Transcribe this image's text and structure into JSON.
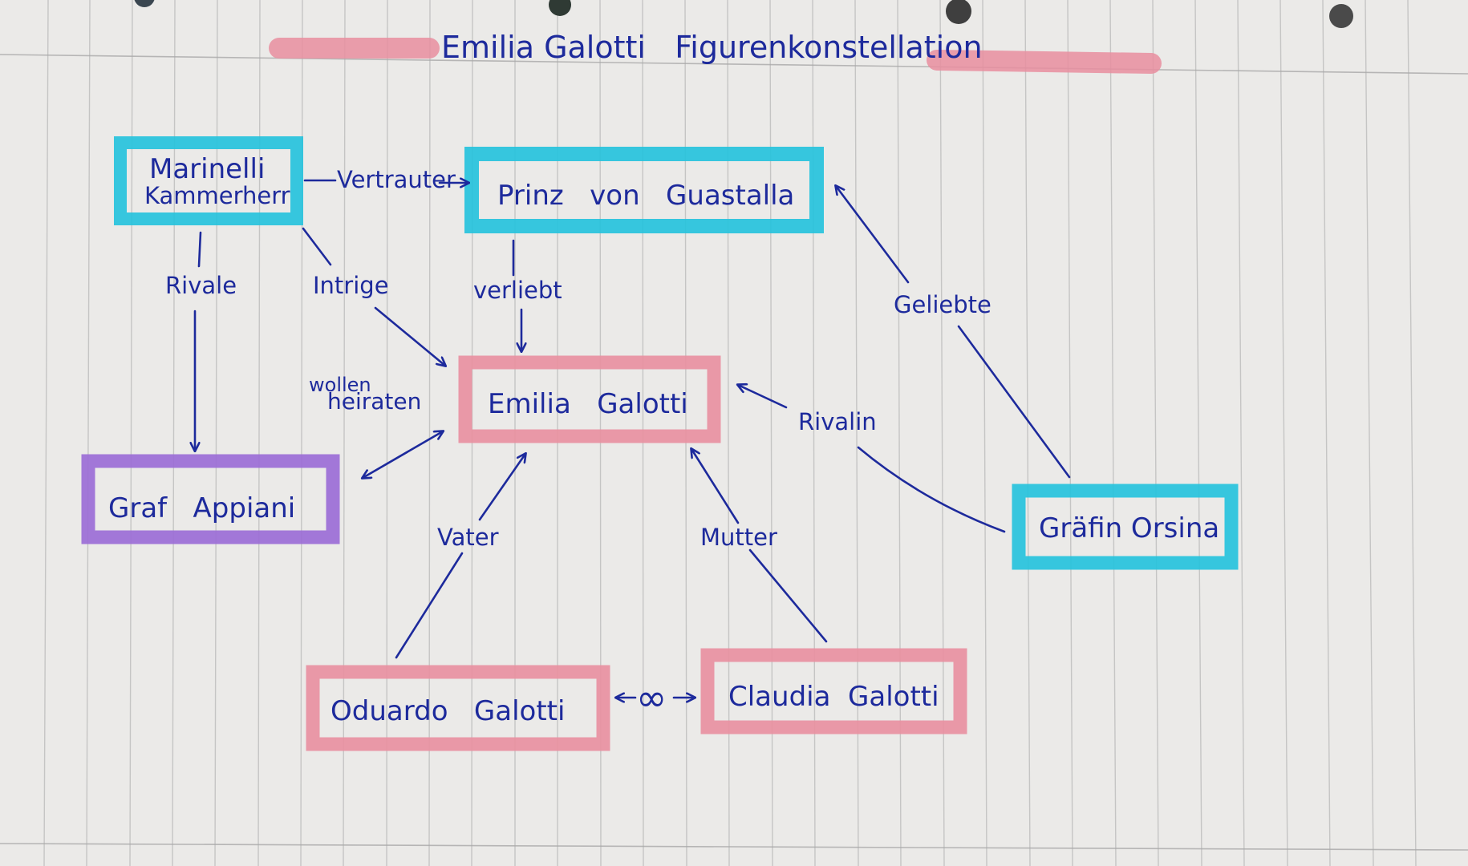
{
  "title": {
    "text": "Emilia Galotti   Figurenkonstellation"
  },
  "colors": {
    "ink": "#1d2a9c",
    "highlight_pink": "#e98fa0",
    "highlight_cyan": "#22c2dd",
    "highlight_purple": "#9a6ad6",
    "paper": "#ebeae8",
    "ruling": "#b7b7b7"
  },
  "nodes": {
    "marinelli": {
      "line1": "Marinelli",
      "line2": "Kammerherr",
      "color": "cyan"
    },
    "prinz": {
      "label": "Prinz   von   Guastalla",
      "color": "cyan"
    },
    "emilia": {
      "label": "Emilia   Galotti",
      "color": "pink"
    },
    "appiani": {
      "label": "Graf   Appiani",
      "color": "purple"
    },
    "orsina": {
      "label": "Gräfin Orsina",
      "color": "cyan"
    },
    "odoardo": {
      "label": "Oduardo   Galotti",
      "color": "pink"
    },
    "claudia": {
      "label": "Claudia  Galotti",
      "color": "pink"
    }
  },
  "relations": {
    "vertrauter": "Vertrauter",
    "rivale": "Rivale",
    "intrige": "Intrige",
    "verliebt": "verliebt",
    "geliebte": "Geliebte",
    "wollen_heiraten_1": "wollen",
    "wollen_heiraten_2": "heiraten",
    "rivalin": "Rivalin",
    "vater": "Vater",
    "mutter": "Mutter",
    "ehe_symbol": "∞"
  }
}
